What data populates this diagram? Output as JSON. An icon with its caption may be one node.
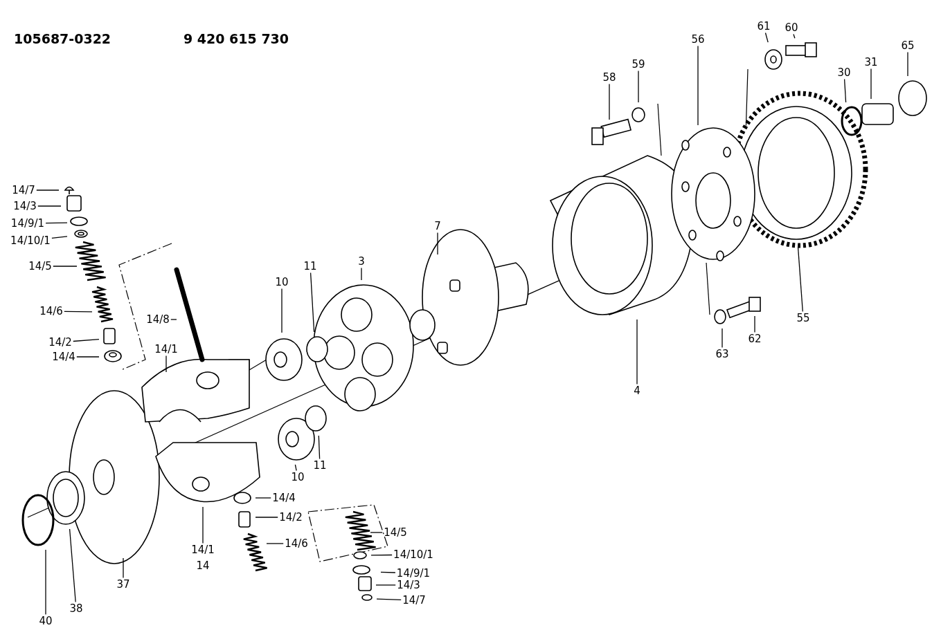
{
  "diagram": {
    "nodes": [
      {
        "text": [
          "14/7"
        ]
      },
      {
        "text": [
          "14/3"
        ]
      },
      {
        "text": [
          "14/9/1"
        ]
      },
      {
        "text": [
          "14/10/1"
        ]
      },
      {
        "text": [
          "14/5"
        ]
      },
      {
        "text": [
          "14/6"
        ]
      },
      {
        "text": [
          "14/2"
        ]
      },
      {
        "text": [
          "14/4"
        ]
      },
      {
        "text": [
          "14/8"
        ]
      },
      {
        "text": [
          "14/1"
        ]
      },
      {
        "text": [
          "10"
        ]
      },
      {
        "text": [
          "11"
        ]
      },
      {
        "text": [
          "3"
        ]
      },
      {
        "text": [
          "7"
        ]
      },
      {
        "text": [
          "4"
        ]
      },
      {
        "text": [
          "58"
        ]
      },
      {
        "text": [
          "59"
        ]
      },
      {
        "text": [
          "56"
        ]
      },
      {
        "text": [
          "61"
        ]
      },
      {
        "text": [
          "60"
        ]
      },
      {
        "text": [
          "30"
        ]
      },
      {
        "text": [
          "31"
        ]
      },
      {
        "text": [
          "65"
        ]
      },
      {
        "text": [
          "62"
        ]
      },
      {
        "text": [
          "63"
        ]
      },
      {
        "text": [
          "55"
        ]
      },
      {
        "text": [
          "10"
        ]
      },
      {
        "text": [
          "11"
        ]
      },
      {
        "text": [
          "14/4"
        ]
      },
      {
        "text": [
          "14/2"
        ]
      },
      {
        "text": [
          "14/6"
        ]
      },
      {
        "text": [
          "14/1"
        ]
      },
      {
        "text": [
          "14/5"
        ]
      },
      {
        "text": [
          "14/10/1"
        ]
      },
      {
        "text": [
          "14/9/1"
        ]
      },
      {
        "text": [
          "14/3"
        ]
      },
      {
        "text": [
          "14/7"
        ]
      },
      {
        "text": [
          "37"
        ]
      },
      {
        "text": [
          "38"
        ]
      },
      {
        "text": [
          "40"
        ]
      }
    ],
    "edges": [
      {
        "from": 0,
        "to": null,
        "arrow": "none"
      },
      {
        "from": 1,
        "to": null,
        "arrow": "none"
      },
      {
        "from": 2,
        "to": null,
        "arrow": "none"
      },
      {
        "from": 3,
        "to": null,
        "arrow": "none"
      },
      {
        "from": 4,
        "to": null,
        "arrow": "none"
      },
      {
        "from": 5,
        "to": null,
        "arrow": "none"
      },
      {
        "from": 6,
        "to": null,
        "arrow": "none"
      },
      {
        "from": 7,
        "to": null,
        "arrow": "none"
      },
      {
        "from": 8,
        "to": null,
        "arrow": "none"
      },
      {
        "from": 9,
        "to": null,
        "arrow": "none"
      },
      {
        "from": 10,
        "to": null,
        "arrow": "none"
      },
      {
        "from": 11,
        "to": null,
        "arrow": "none"
      },
      {
        "from": 12,
        "to": null,
        "arrow": "none"
      },
      {
        "from": 13,
        "to": null,
        "arrow": "none"
      },
      {
        "from": 14,
        "to": null,
        "arrow": "none"
      },
      {
        "from": 15,
        "to": null,
        "arrow": "none"
      },
      {
        "from": 16,
        "to": null,
        "arrow": "none"
      },
      {
        "from": 17,
        "to": null,
        "arrow": "none"
      },
      {
        "from": 18,
        "to": null,
        "arrow": "none"
      },
      {
        "from": 19,
        "to": null,
        "arrow": "none"
      },
      {
        "from": 20,
        "to": null,
        "arrow": "none"
      },
      {
        "from": 21,
        "to": null,
        "arrow": "none"
      },
      {
        "from": 22,
        "to": null,
        "arrow": "none"
      },
      {
        "from": 23,
        "to": null,
        "arrow": "none"
      },
      {
        "from": 24,
        "to": null,
        "arrow": "none"
      },
      {
        "from": 25,
        "to": null,
        "arrow": "none"
      },
      {
        "from": 26,
        "to": null,
        "arrow": "none"
      },
      {
        "from": 27,
        "to": null,
        "arrow": "none"
      },
      {
        "from": 28,
        "to": null,
        "arrow": "none"
      },
      {
        "from": 29,
        "to": null,
        "arrow": "none"
      },
      {
        "from": 30,
        "to": null,
        "arrow": "none"
      },
      {
        "from": 31,
        "to": null,
        "arrow": "none"
      },
      {
        "from": 32,
        "to": null,
        "arrow": "none"
      },
      {
        "from": 33,
        "to": null,
        "arrow": "none"
      },
      {
        "from": 34,
        "to": null,
        "arrow": "none"
      },
      {
        "from": 35,
        "to": null,
        "arrow": "none"
      },
      {
        "from": 36,
        "to": null,
        "arrow": "none"
      },
      {
        "from": 37,
        "to": null,
        "arrow": "none"
      },
      {
        "from": 38,
        "to": null,
        "arrow": "none"
      },
      {
        "from": 39,
        "to": null,
        "arrow": "none"
      }
    ],
    "labels": [
      "105687-0322",
      "9 420 615 730",
      "14"
    ]
  }
}
